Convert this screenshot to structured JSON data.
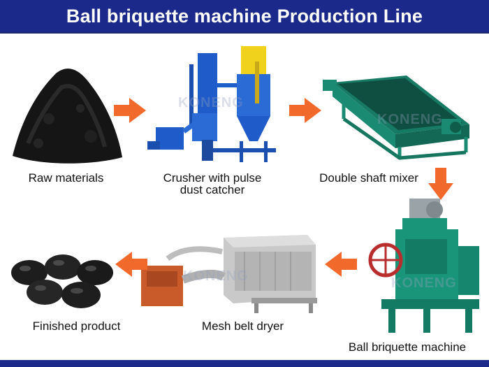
{
  "title": "Ball briquette machine  Production Line",
  "steps": [
    {
      "label": "Raw materials"
    },
    {
      "label": "Crusher with pulse dust catcher"
    },
    {
      "label": "Double shaft mixer"
    },
    {
      "label": "Ball briquette machine"
    },
    {
      "label": "Mesh belt dryer"
    },
    {
      "label": "Finished product"
    }
  ],
  "watermark": "KONENG",
  "colors": {
    "banner": "#1b2a8a",
    "arrow": "#f26a2b",
    "crusher": "#1f5cc9",
    "mixer": "#1b8a72",
    "press": "#19967a",
    "dryer": "#c95a2a"
  }
}
